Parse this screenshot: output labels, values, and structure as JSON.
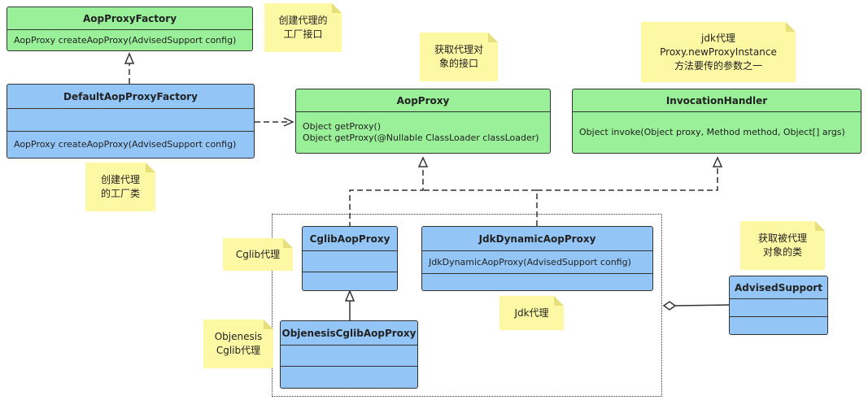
{
  "classes": {
    "aop_proxy_factory": {
      "name": "AopProxyFactory",
      "methods": [
        "AopProxy createAopProxy(AdvisedSupport config)"
      ]
    },
    "default_aop_proxy_factory": {
      "name": "DefaultAopProxyFactory",
      "fields": [],
      "methods": [
        "AopProxy createAopProxy(AdvisedSupport config)"
      ]
    },
    "aop_proxy": {
      "name": "AopProxy",
      "methods": [
        "Object getProxy()",
        "Object getProxy(@Nullable ClassLoader classLoader)"
      ]
    },
    "invocation_handler": {
      "name": "InvocationHandler",
      "methods": [
        "Object invoke(Object proxy, Method method, Object[] args)"
      ]
    },
    "cglib_aop_proxy": {
      "name": "CglibAopProxy"
    },
    "jdk_dynamic_aop_proxy": {
      "name": "JdkDynamicAopProxy",
      "methods": [
        "JdkDynamicAopProxy(AdvisedSupport config)"
      ]
    },
    "objenesis_cglib_aop_proxy": {
      "name": "ObjenesisCglibAopProxy"
    },
    "advised_support": {
      "name": "AdvisedSupport"
    }
  },
  "notes": {
    "factory_interface": [
      "创建代理的",
      "工厂接口"
    ],
    "proxy_interface": [
      "获取代理对",
      "象的接口"
    ],
    "jdk_param": [
      "jdk代理",
      "Proxy.newProxyInstance",
      "方法要传的参数之一"
    ],
    "factory_class": [
      "创建代理",
      "的工厂类"
    ],
    "cglib": [
      "Cglib代理"
    ],
    "objenesis": [
      "Objenesis",
      "Cglib代理"
    ],
    "jdk": [
      "Jdk代理"
    ],
    "advised": [
      "获取被代理",
      "对象的类"
    ]
  },
  "colors": {
    "interface_fill": "#99f099",
    "class_fill": "#93c6f7",
    "note_fill": "#fdf8a3",
    "line": "#333333"
  }
}
